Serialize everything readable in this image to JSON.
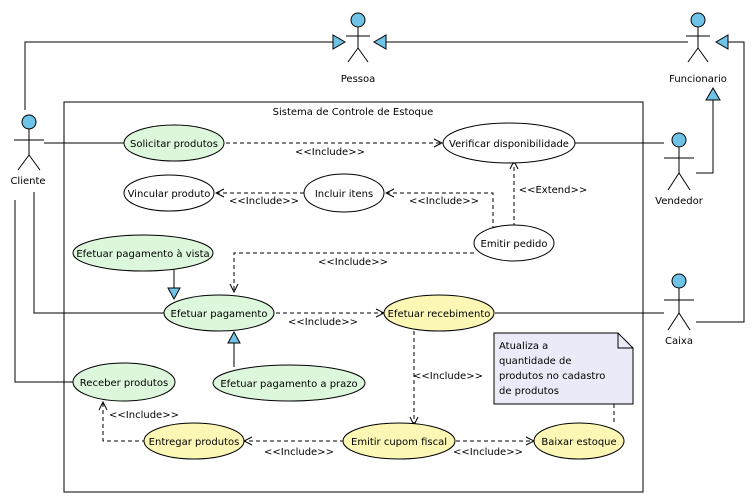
{
  "system": {
    "title": "Sistema de Controle de Estoque"
  },
  "actors": {
    "pessoa": "Pessoa",
    "funcionario": "Funcionario",
    "cliente": "Cliente",
    "vendedor": "Vendedor",
    "caixa": "Caixa"
  },
  "use_cases": {
    "solicitar": "Solicitar produtos",
    "verificar": "Verificar disponibilidade",
    "vincular": "Vincular produto",
    "incluir": "Incluir itens",
    "emitir_pedido": "Emitir pedido",
    "pag_vista": "Efetuar pagamento à vista",
    "pagamento": "Efetuar pagamento",
    "recebimento": "Efetuar recebimento",
    "pag_prazo": "Efetuar pagamento a prazo",
    "receber": "Receber produtos",
    "entregar": "Entregar produtos",
    "cupom": "Emitir cupom fiscal",
    "baixar": "Baixar estoque"
  },
  "labels": {
    "include": "<<Include>>",
    "extend": "<<Extend>>"
  },
  "note": {
    "line1": "Atualiza a",
    "line2": "quantidade de",
    "line3": "produtos no cadastro",
    "line4": "de produtos"
  }
}
